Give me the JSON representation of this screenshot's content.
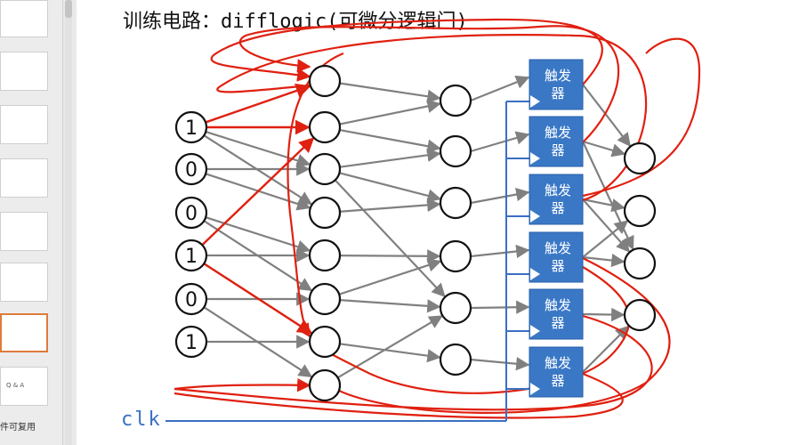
{
  "slide": {
    "title": "训练电路：difflogic(可微分逻辑门)"
  },
  "sidebar": {
    "thumb_q_and_a": "Q & A",
    "footer_text": "件可复用"
  },
  "diagram": {
    "input_bits": [
      "1",
      "0",
      "0",
      "1",
      "0",
      "1"
    ],
    "flipflop_label": "触发器",
    "clock_label": "clk"
  },
  "colors": {
    "flipflop_fill": "#3a78c6",
    "clock_line": "#3a6fc4",
    "gradient_path": "#e02010",
    "edge": "#808080"
  }
}
